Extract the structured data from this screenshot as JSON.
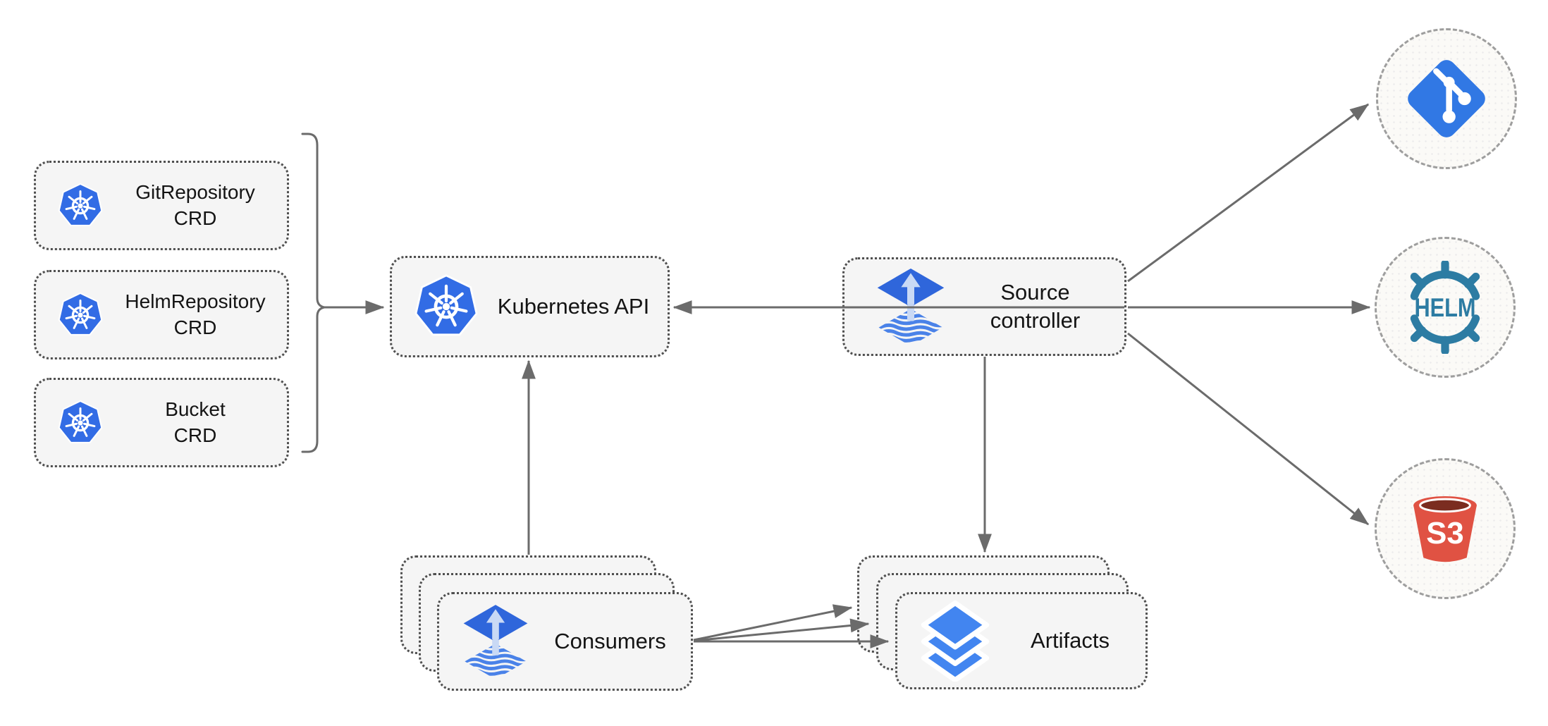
{
  "title": "Flux source-controller architecture diagram",
  "nodes": {
    "crd_boxes": [
      {
        "label": "GitRepository\nCRD",
        "icon": "kubernetes-icon"
      },
      {
        "label": "HelmRepository\nCRD",
        "icon": "kubernetes-icon"
      },
      {
        "label": "Bucket\nCRD",
        "icon": "kubernetes-icon"
      }
    ],
    "kubernetes_api": {
      "label": "Kubernetes API",
      "icon": "kubernetes-icon"
    },
    "source_controller": {
      "label": "Source\ncontroller",
      "icon": "flux-icon"
    },
    "consumers": {
      "label": "Consumers",
      "icon": "flux-icon",
      "stacked": 3
    },
    "artifacts": {
      "label": "Artifacts",
      "icon": "layers-icon",
      "stacked": 3
    },
    "git_source": {
      "label": "",
      "icon": "git-icon",
      "shape": "dashed-circle"
    },
    "helm_source": {
      "label": "HELM",
      "icon": "helm-icon",
      "shape": "dashed-circle"
    },
    "s3_source": {
      "label": "S3",
      "icon": "s3-bucket-icon",
      "shape": "dashed-circle"
    }
  },
  "connections": [
    {
      "from": "crd-boxes-bracket",
      "to": "kubernetes-api"
    },
    {
      "from": "source-controller",
      "to": "kubernetes-api"
    },
    {
      "from": "consumers",
      "to": "kubernetes-api"
    },
    {
      "from": "source-controller",
      "to": "artifacts"
    },
    {
      "from": "source-controller",
      "to": "git-source"
    },
    {
      "from": "source-controller",
      "to": "helm-source"
    },
    {
      "from": "source-controller",
      "to": "s3-source"
    },
    {
      "from": "consumers",
      "to": "artifacts",
      "count": 3
    }
  ],
  "colors": {
    "kubernetes_blue": "#326CE5",
    "flux_blue": "#2F66DB",
    "flux_wave_blue": "#4A82E8",
    "flux_arrow_light": "#C9D9F5",
    "layers_blue": "#4285F0",
    "git_blue": "#3178E4",
    "helm_teal": "#2D7CA3",
    "s3_red": "#E05243",
    "s3_dark_red": "#7B2D20",
    "arrow_gray": "#6B6B6B",
    "node_fill": "#F5F5F5",
    "node_border": "#4F4F4F",
    "circle_fill": "#FBFAF7",
    "circle_border": "#9E9E9E",
    "text_color": "#141414"
  }
}
